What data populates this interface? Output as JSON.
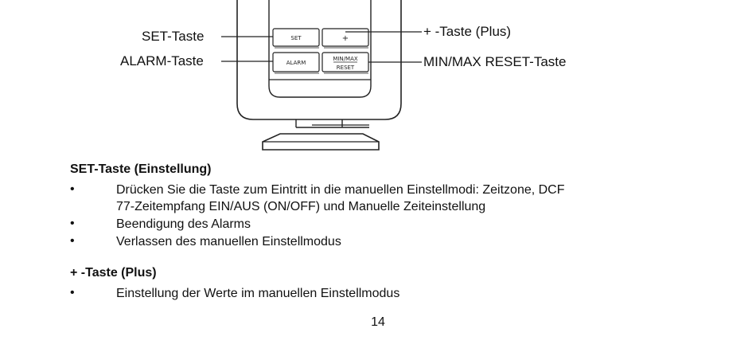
{
  "diagram": {
    "callouts": {
      "set": "SET-Taste",
      "alarm": "ALARM-Taste",
      "plus": "+ -Taste (Plus)",
      "minmax": "MIN/MAX RESET-Taste"
    },
    "buttons": {
      "set": "SET",
      "plus": "+",
      "alarm": "ALARM",
      "minmax_top": "MIN/MAX",
      "minmax_bottom": "RESET"
    }
  },
  "sections": [
    {
      "title": "SET-Taste (Einstellung)",
      "items": [
        {
          "lines": [
            "Drücken Sie die Taste zum Eintritt in die manuellen Einstellmodi: Zeitzone, DCF",
            "77-Zeitempfang EIN/AUS (ON/OFF) und Manuelle Zeiteinstellung"
          ]
        },
        {
          "lines": [
            "Beendigung des Alarms"
          ]
        },
        {
          "lines": [
            "Verlassen des manuellen Einstellmodus"
          ]
        }
      ]
    },
    {
      "title": "+ -Taste (Plus)",
      "items": [
        {
          "lines": [
            "Einstellung der Werte im manuellen Einstellmodus"
          ]
        }
      ]
    }
  ],
  "bullet_symbol": "•",
  "page_number": "14"
}
